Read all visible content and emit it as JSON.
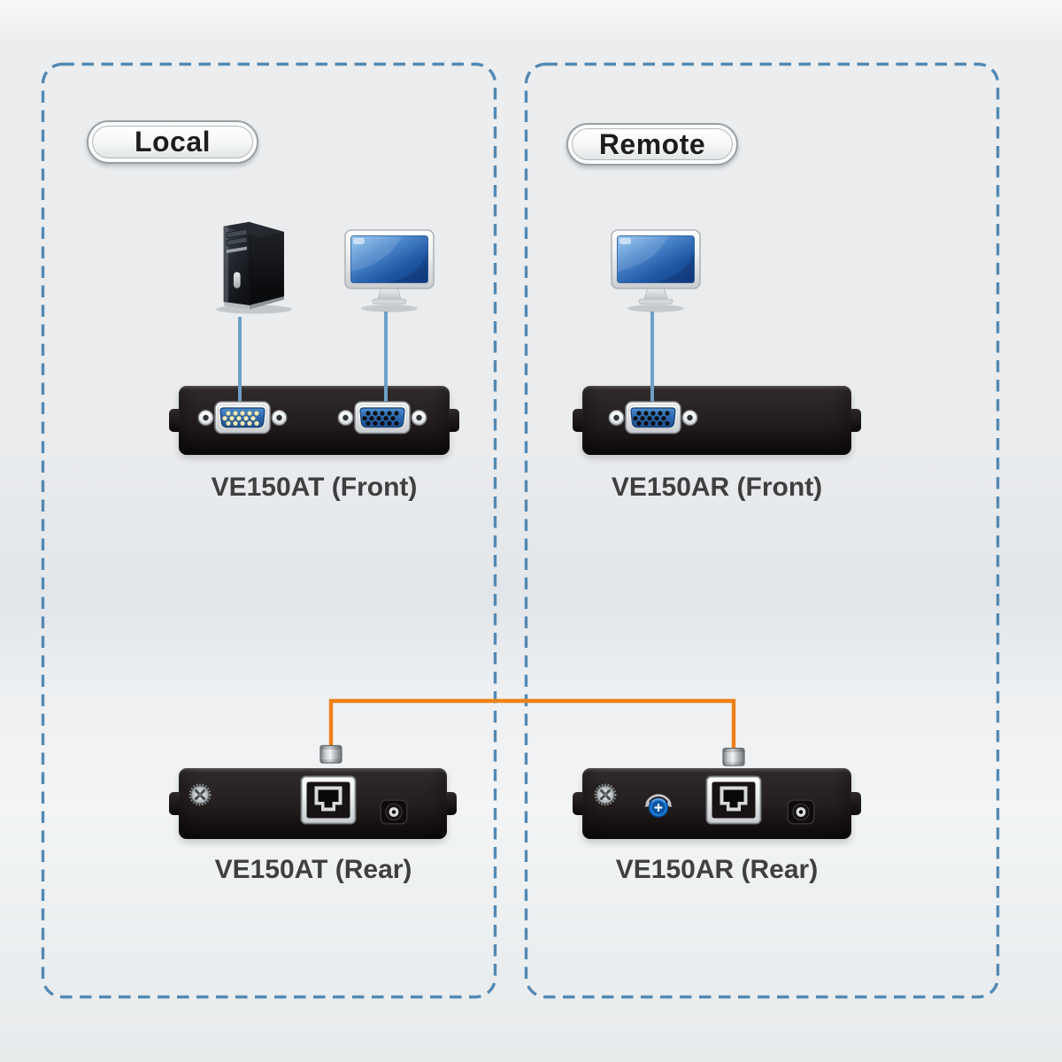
{
  "zones": {
    "local": {
      "label": "Local",
      "front_device": "VE150AT (Front)",
      "rear_device": "VE150AT (Rear)"
    },
    "remote": {
      "label": "Remote",
      "front_device": "VE150AR (Front)",
      "rear_device": "VE150AR (Rear)"
    }
  },
  "colors": {
    "background": "#ebedef",
    "dashed_border": "#5389b3",
    "blue_cable": "#6fa0c5",
    "orange_cable": "#ee8017",
    "vga_blue": "#2c69b2",
    "knob_blue": "#1a78d2",
    "device_black": "#231d1d",
    "label_text": "#3f3f3f"
  },
  "icons": {
    "computer_tower": "computer-tower-icon",
    "monitor": "monitor-icon",
    "vga_male_port": "vga-male-port-icon",
    "vga_female_port": "vga-female-port-icon",
    "rj45_port": "rj45-port-icon",
    "dc_power_jack": "dc-power-jack-icon",
    "ground_screw": "ground-screw-icon",
    "gain_knob": "gain-knob-icon",
    "cable_plug": "rj45-plug-icon"
  }
}
